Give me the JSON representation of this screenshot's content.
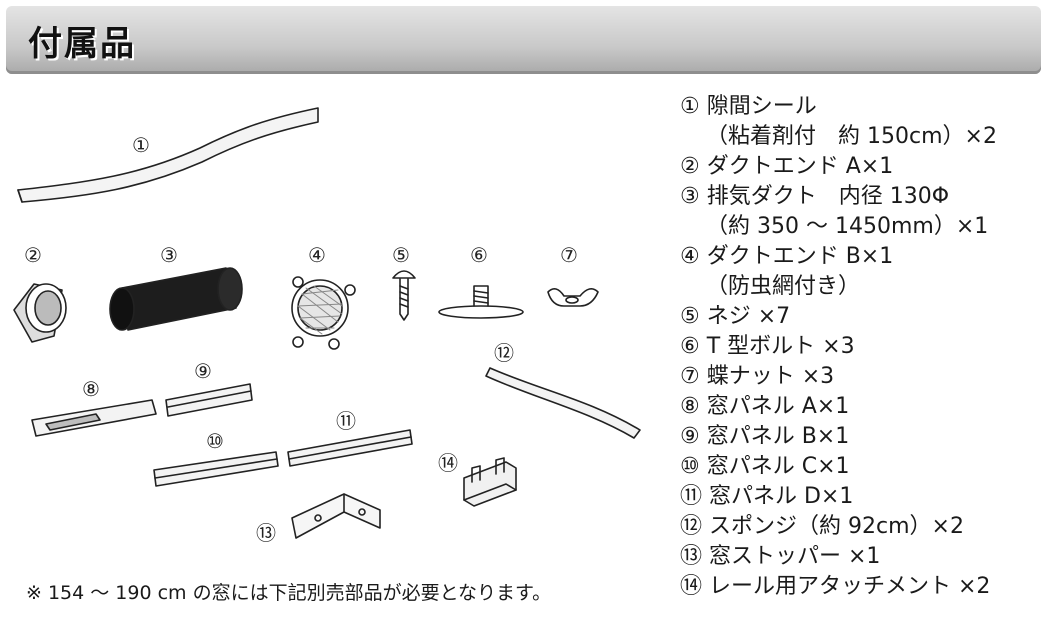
{
  "header": {
    "title": "付属品"
  },
  "callouts": [
    "①",
    "②",
    "③",
    "④",
    "⑤",
    "⑥",
    "⑦",
    "⑧",
    "⑨",
    "⑩",
    "⑪",
    "⑫",
    "⑬",
    "⑭"
  ],
  "parts": [
    {
      "line1": "① 隙間シール",
      "line2": "（粘着剤付　約 150cm）×2"
    },
    {
      "line1": "② ダクトエンド A×1"
    },
    {
      "line1": "③ 排気ダクト　内径 130Φ",
      "line2": "（約 350 ～ 1450mm）×1"
    },
    {
      "line1": "④ ダクトエンド B×1",
      "line2": "（防虫網付き）"
    },
    {
      "line1": "⑤ ネジ ×7"
    },
    {
      "line1": "⑥ T 型ボルト ×3"
    },
    {
      "line1": "⑦ 蝶ナット ×3"
    },
    {
      "line1": "⑧ 窓パネル A×1"
    },
    {
      "line1": "⑨ 窓パネル B×1"
    },
    {
      "line1": "⑩ 窓パネル C×1"
    },
    {
      "line1": "⑪ 窓パネル D×1"
    },
    {
      "line1": "⑫ スポンジ（約 92cm）×2"
    },
    {
      "line1": "⑬ 窓ストッパー ×1"
    },
    {
      "line1": "⑭ レール用アタッチメント ×2"
    }
  ],
  "note": "※ 154 ～ 190 cm の窓には下記別売部品が必要となります。"
}
